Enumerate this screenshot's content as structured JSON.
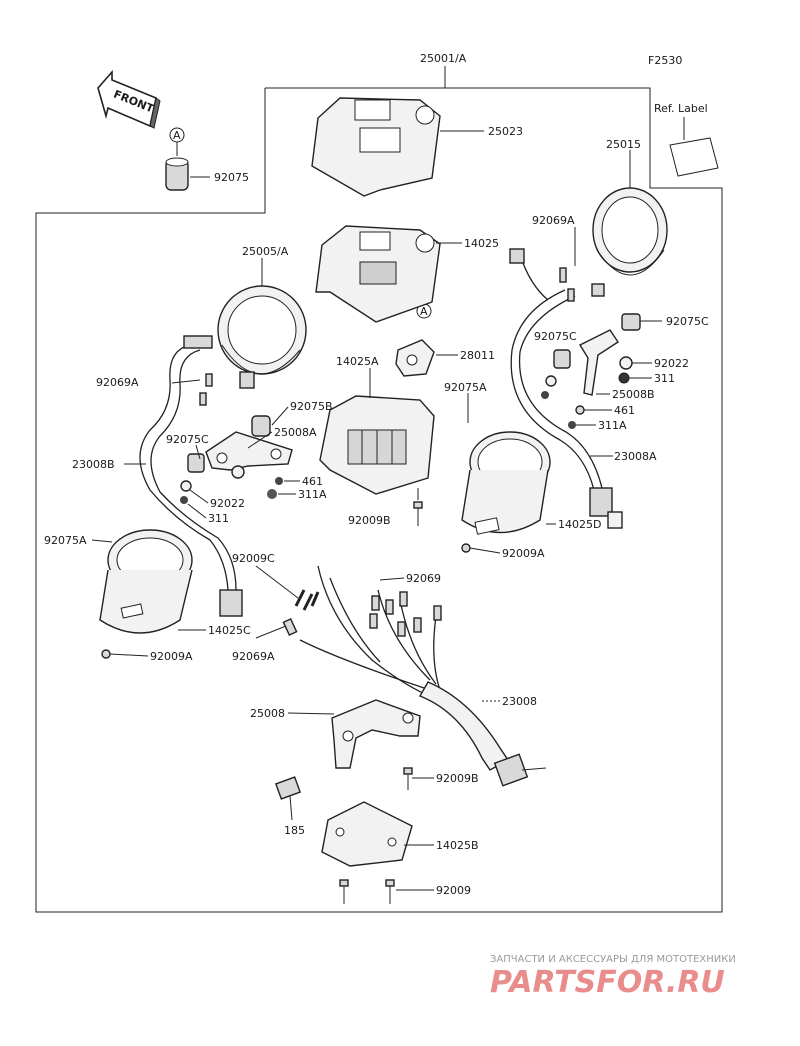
{
  "figure_code": "F2530",
  "ref_label_text": "Ref. Label",
  "front_text": "FRONT",
  "circle_marker": "A",
  "watermark": {
    "line1": "ЗАПЧАСТИ И АКСЕССУАРЫ ДЛЯ МОТОТЕХНИКИ",
    "line2": "PARTSFOR.RU"
  },
  "labels": {
    "p25001A": "25001/A",
    "p25023": "25023",
    "p92075": "92075",
    "p25015": "25015",
    "p25005A": "25005/A",
    "p14025": "14025",
    "p92069A_top": "92069A",
    "p92075C_right": "92075C",
    "p92075C_center": "92075C",
    "p92022_right": "92022",
    "p311_right": "311",
    "p25008B": "25008B",
    "p461_right": "461",
    "p311A_right": "311A",
    "p28011": "28011",
    "p14025A": "14025A",
    "p92075A_center": "92075A",
    "p92069A_left": "92069A",
    "p92075B": "92075B",
    "p25008A": "25008A",
    "p92075C_left": "92075C",
    "p23008B": "23008B",
    "p461_left": "461",
    "p311A_left": "311A",
    "p92022_left": "92022",
    "p311_left": "311",
    "p23008A": "23008A",
    "p14025D": "14025D",
    "p92009B_center": "92009B",
    "p92009A_right": "92009A",
    "p92075A_left": "92075A",
    "p14025C": "14025C",
    "p92009A_left": "92009A",
    "p92009C": "92009C",
    "p92069": "92069",
    "p92069A_bottom": "92069A",
    "p23008": "23008",
    "p25008": "25008",
    "p92009B_bottom": "92009B",
    "p185": "185",
    "p14025B": "14025B",
    "p92009": "92009"
  }
}
